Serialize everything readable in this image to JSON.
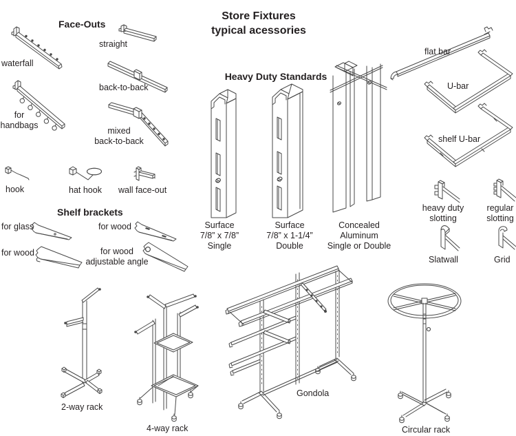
{
  "title": "Store Fixtures\ntypical acessories",
  "face_outs": {
    "heading": "Face-Outs",
    "waterfall": "waterfall",
    "straight": "straight",
    "back_to_back": "back-to-back",
    "for_handbags": "for\nhandbags",
    "mixed_back_to_back": "mixed\nback-to-back",
    "hook": "hook",
    "hat_hook": "hat hook",
    "wall_face_out": "wall face-out"
  },
  "shelf_brackets": {
    "heading": "Shelf brackets",
    "for_glass": "for glass",
    "for_wood_top": "for wood",
    "for_wood_bottom": "for wood",
    "for_wood_adjustable": "for wood\nadjustable angle"
  },
  "standards": {
    "heading": "Heavy Duty Standards",
    "surface_single": "Surface\n7/8” x 7/8”\nSingle",
    "surface_double": "Surface\n7/8” x 1-1/4”\nDouble",
    "concealed": "Concealed\nAluminum\nSingle or Double"
  },
  "bars": {
    "flat_bar": "flat bar",
    "u_bar": "U-bar",
    "shelf_u_bar": "shelf U-bar"
  },
  "slotting": {
    "heavy_duty": "heavy duty\nslotting",
    "regular": "regular\nslotting",
    "slatwall": "Slatwall",
    "grid": "Grid"
  },
  "racks": {
    "two_way": "2-way rack",
    "four_way": "4-way rack",
    "gondola": "Gondola",
    "circular": "Circular rack"
  },
  "colors": {
    "background": "#ffffff",
    "line_art": "#474747",
    "text": "#231f20"
  }
}
